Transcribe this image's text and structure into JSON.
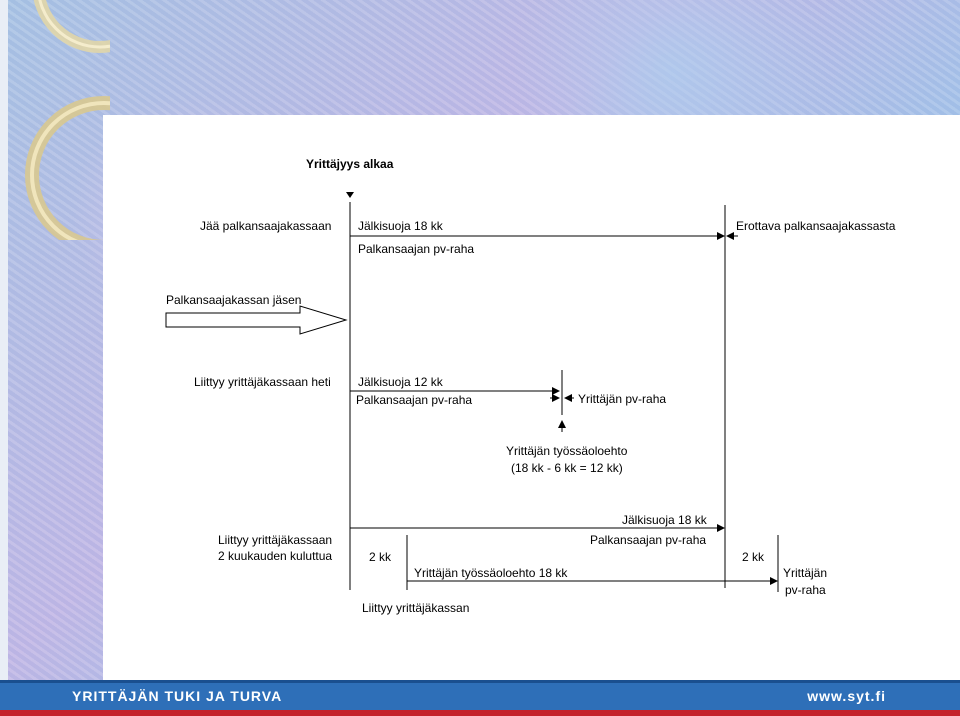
{
  "diagram": {
    "title": "Yrittäjyys alkaa",
    "rows": {
      "row1_label": "Jää palkansaajakassaan",
      "row1_top": "Jälkisuoja 18 kk",
      "row1_bottom": "Palkansaajan pv-raha",
      "row1_end": "Erottava palkansaajakassasta",
      "member_label": "Palkansaajakassan jäsen",
      "row2_label": "Liittyy yrittäjäkassaan heti",
      "row2_top": "Jälkisuoja 12 kk",
      "row2_bottom": "Palkansaajan pv-raha",
      "row2_end": "Yrittäjän pv-raha",
      "row2_note_line1": "Yrittäjän työssäoloehto",
      "row2_note_line2": "(18 kk - 6 kk = 12 kk)",
      "row3_label_line1": "Liittyy yrittäjäkassaan",
      "row3_label_line2": "2 kuukauden kuluttua",
      "row3_top": "Jälkisuoja 18 kk",
      "row3_bottom": "Palkansaajan pv-raha",
      "row3_2kk_left": "2 kk",
      "row3_2kk_right": "2 kk",
      "row3_ehto": "Yrittäjän työssäoloehto 18 kk",
      "row3_end_line1": "Yrittäjän",
      "row3_end_line2": "pv-raha",
      "row3_join": "Liittyy yrittäjäkassan"
    }
  },
  "footer": {
    "left": "YRITTÄJÄN TUKI  JA TURVA",
    "right": "www.syt.fi"
  },
  "colors": {
    "footer_blue": "#2e6fb8",
    "footer_red": "#c4212a",
    "ring_gold": "#d8c890"
  }
}
